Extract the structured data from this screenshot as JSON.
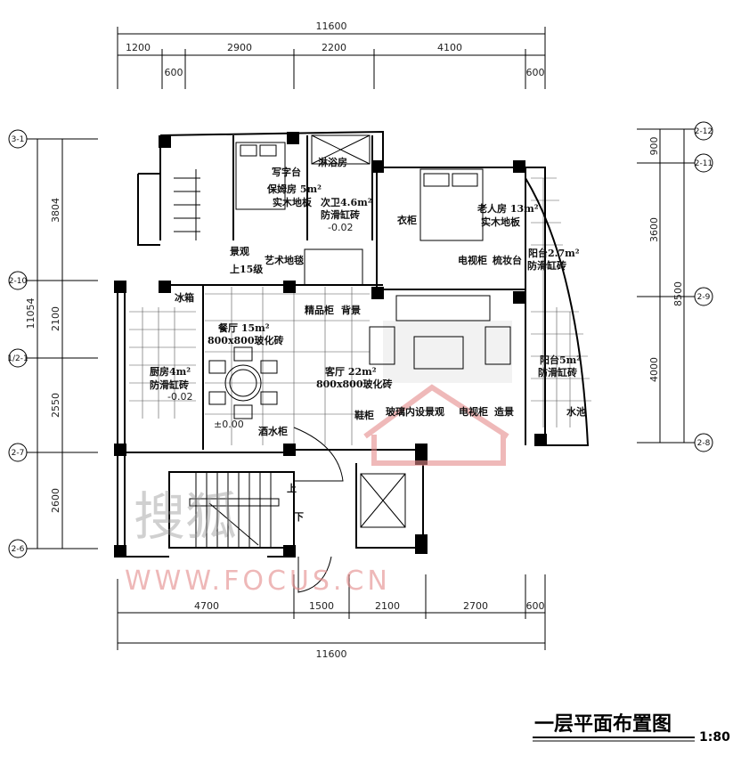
{
  "dimensions": {
    "top_total": "11600",
    "top_segments": [
      "1200",
      "600",
      "2900",
      "2200",
      "4100",
      "600"
    ],
    "bottom_total": "11600",
    "bottom_segments": [
      "4700",
      "1500",
      "2100",
      "2700",
      "600"
    ],
    "left_total": "11054",
    "left_segments": [
      "3804",
      "2100",
      "2550",
      "2600"
    ],
    "right_total": "8500",
    "right_segments": [
      "900",
      "3600",
      "4000"
    ]
  },
  "axes": {
    "left": [
      "3-1",
      "2-10",
      "1/2-1",
      "2-7",
      "2-6"
    ],
    "right": [
      "2-12",
      "2-11",
      "2-9",
      "2-8"
    ]
  },
  "rooms": {
    "shower": "淋浴房",
    "desk": "写字台",
    "nanny_room": "保姆房 5m²",
    "nanny_floor": "实木地板",
    "bath2": "次卫4.6m²",
    "bath2_floor": "防滑缸砖",
    "bath2_level": "-0.02",
    "wardrobe": "衣柜",
    "elder_room": "老人房 13m²",
    "elder_floor": "实木地板",
    "tv_cabinet_1": "电视柜",
    "dresser": "梳妆台",
    "balcony1": "阳台2.7m²",
    "balcony1_floor": "防滑缸砖",
    "landscape": "景观",
    "stairs_up": "上15级",
    "art_rug": "艺术地毯",
    "fridge": "冰箱",
    "display_cabinet": "精品柜",
    "backdrop": "背景",
    "dining": "餐厅 15m²",
    "dining_floor": "800x800玻化砖",
    "living": "客厅 22m²",
    "living_floor": "800x800玻化砖",
    "kitchen": "厨房4m²",
    "kitchen_floor": "防滑缸砖",
    "kitchen_level": "-0.02",
    "floor_level": "±0.00",
    "wine_cabinet": "酒水柜",
    "shoe_cabinet": "鞋柜",
    "glass_landscape": "玻璃内设景观",
    "tv_cabinet_2": "电视柜",
    "planter": "造景",
    "balcony2": "阳台5m²",
    "balcony2_floor": "防滑缸砖",
    "pond": "水池",
    "up": "上",
    "down": "下"
  },
  "watermark": {
    "brand": "搜狐",
    "url": "WWW.FOCUS.CN"
  },
  "title": {
    "text": "一层平面布置图",
    "scale": "1:80"
  }
}
